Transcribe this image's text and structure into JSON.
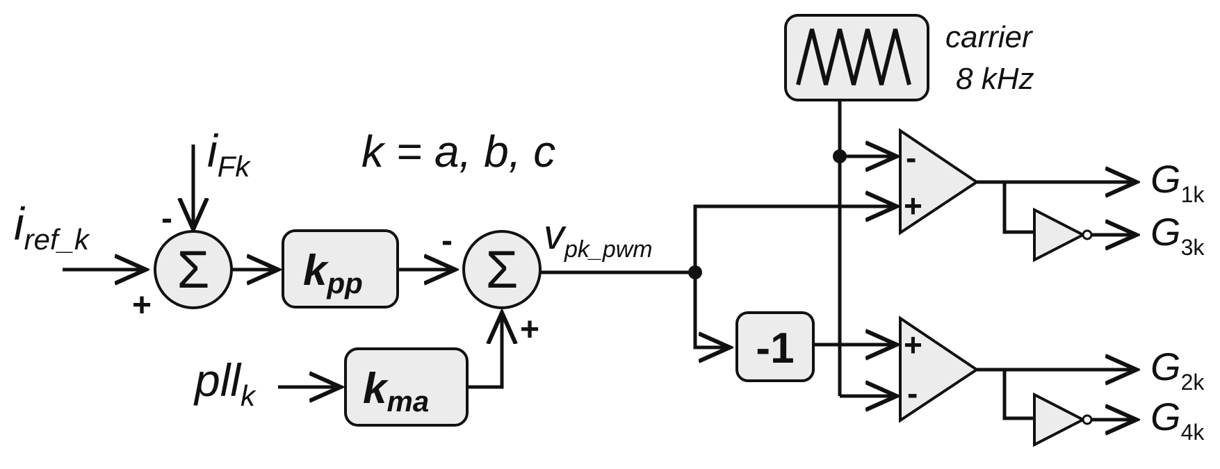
{
  "legend_text": "k = a, b, c",
  "carrier": {
    "line1": "carrier",
    "line2": "8 kHz"
  },
  "inputs": {
    "i_ref": {
      "main": "i",
      "sub": "ref_k"
    },
    "i_fk": {
      "main": "i",
      "sub": "Fk"
    },
    "pll": {
      "main": "pll",
      "sub": "k"
    }
  },
  "gains": {
    "kpp": {
      "main": "k",
      "sub": "pp"
    },
    "kma": {
      "main": "k",
      "sub": "ma"
    },
    "neg": "-1"
  },
  "summers": {
    "sum1": {
      "symbol": "Σ",
      "minus": "-",
      "plus": "+"
    },
    "sum2": {
      "symbol": "Σ",
      "minus": "-",
      "plus": "+"
    }
  },
  "signal_vpk": {
    "main": "v",
    "sub": "pk_pwm"
  },
  "comparators": {
    "top": {
      "minus": "-",
      "plus": "+"
    },
    "bottom": {
      "plus": "+",
      "minus": "-"
    }
  },
  "outputs": [
    {
      "main": "G",
      "sub": "1k"
    },
    {
      "main": "G",
      "sub": "3k"
    },
    {
      "main": "G",
      "sub": "2k"
    },
    {
      "main": "G",
      "sub": "4k"
    }
  ]
}
